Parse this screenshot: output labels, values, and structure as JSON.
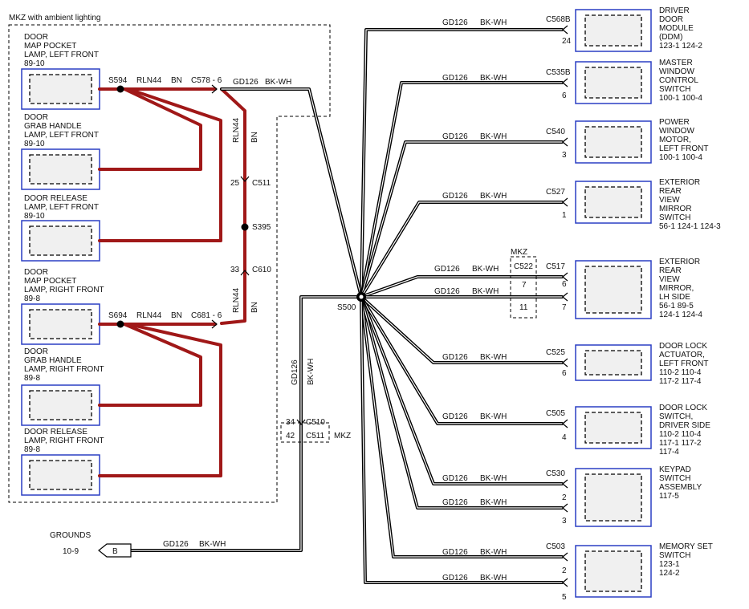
{
  "region_label": "MKZ with ambient lighting",
  "wire_colors": {
    "red": "#a01818",
    "black": "#000000",
    "module_border": "#2a3ec4"
  },
  "left_components": [
    {
      "lines": [
        "DOOR",
        "MAP POCKET",
        "LAMP, LEFT FRONT",
        "89-10"
      ]
    },
    {
      "lines": [
        "DOOR",
        "GRAB HANDLE",
        "LAMP, LEFT FRONT",
        "89-10"
      ]
    },
    {
      "lines": [
        "DOOR RELEASE",
        "LAMP, LEFT FRONT",
        "89-10"
      ]
    },
    {
      "lines": [
        "DOOR",
        "MAP POCKET",
        "LAMP, RIGHT FRONT",
        "89-8"
      ]
    },
    {
      "lines": [
        "DOOR",
        "GRAB HANDLE",
        "LAMP, RIGHT FRONT",
        "89-8"
      ]
    },
    {
      "lines": [
        "DOOR RELEASE",
        "LAMP, RIGHT FRONT",
        "89-8"
      ]
    }
  ],
  "splices": {
    "s594": "S594",
    "s694": "S694",
    "s395": "S395",
    "s500": "S500"
  },
  "circuits": {
    "rln44": "RLN44",
    "bn": "BN",
    "gd126": "GD126",
    "bkwh": "BK-WH"
  },
  "connectors": {
    "c578": "C578 - 6",
    "c681": "C681 - 6",
    "c511": "C511",
    "c511_pin": "25",
    "c610": "C610",
    "c610_pin": "33",
    "c510": "C510",
    "c510_pin": "34",
    "c511_lower": "C511",
    "c511_lower_pin": "42",
    "mkz_lower": "MKZ",
    "c522": "C522",
    "c522_mkz": "MKZ",
    "c522_pin_a": "7",
    "c522_pin_b": "11"
  },
  "grounds": {
    "label": "GROUNDS",
    "ref": "10-9",
    "terminal": "B"
  },
  "right_components": [
    {
      "connector": "C568B",
      "pins": [
        "24"
      ],
      "lines": [
        "DRIVER",
        "DOOR",
        "MODULE",
        "(DDM)",
        "123-1    124-2"
      ]
    },
    {
      "connector": "C535B",
      "pins": [
        "6"
      ],
      "lines": [
        "MASTER",
        "WINDOW",
        "CONTROL",
        "SWITCH",
        "100-1    100-4"
      ]
    },
    {
      "connector": "C540",
      "pins": [
        "3"
      ],
      "lines": [
        "POWER",
        "WINDOW",
        "MOTOR,",
        "LEFT FRONT",
        "100-1    100-4"
      ]
    },
    {
      "connector": "C527",
      "pins": [
        "1"
      ],
      "lines": [
        "EXTERIOR",
        "REAR",
        "VIEW",
        "MIRROR",
        "SWITCH",
        "56-1        124-1     124-3"
      ]
    },
    {
      "connector": "C517",
      "pins": [
        "6",
        "7"
      ],
      "lines": [
        "EXTERIOR",
        "REAR",
        "VIEW",
        "MIRROR,",
        "LH SIDE",
        "56-1        89-5",
        "124-1      124-4"
      ]
    },
    {
      "connector": "C525",
      "pins": [
        "6"
      ],
      "lines": [
        "DOOR LOCK",
        "ACTUATOR,",
        "LEFT FRONT",
        "110-2      110-4",
        "117-2      117-4"
      ]
    },
    {
      "connector": "C505",
      "pins": [
        "4"
      ],
      "lines": [
        "DOOR LOCK",
        "SWITCH,",
        "DRIVER SIDE",
        "110-2      110-4",
        "117-1      117-2",
        "117-4"
      ]
    },
    {
      "connector": "C530",
      "pins": [
        "2",
        "3"
      ],
      "lines": [
        "KEYPAD",
        "SWITCH",
        "ASSEMBLY",
        "117-5"
      ]
    },
    {
      "connector": "C503",
      "pins": [
        "2",
        "5"
      ],
      "lines": [
        "MEMORY SET",
        "SWITCH",
        "123-1",
        "124-2"
      ]
    }
  ]
}
